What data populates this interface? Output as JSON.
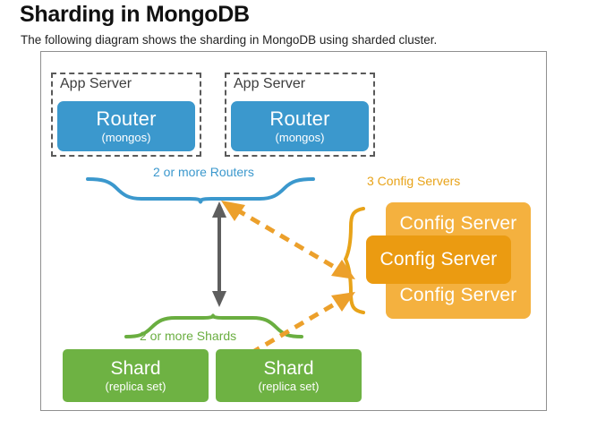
{
  "page": {
    "title": "Sharding in MongoDB",
    "subtitle": "The following diagram shows the sharding in MongoDB using sharded cluster."
  },
  "colors": {
    "router_blue": "#3b98cd",
    "shard_green": "#6eb243",
    "config_orange_back": "#f4b13f",
    "config_orange_front": "#eb9b11",
    "arrow_gray": "#5e5e5e",
    "frame_border": "#8f8f8f",
    "app_server_dash": "#5a5a5a"
  },
  "diagram": {
    "app_servers": [
      {
        "label": "App Server",
        "router": {
          "title": "Router",
          "subtitle": "(mongos)"
        }
      },
      {
        "label": "App Server",
        "router": {
          "title": "Router",
          "subtitle": "(mongos)"
        }
      }
    ],
    "routers_brace_caption": "2 or more Routers",
    "shards_brace_caption": "2 or more Shards",
    "config_caption": "3 Config Servers",
    "config_servers": [
      {
        "label": "Config Server"
      },
      {
        "label": "Config Server"
      },
      {
        "label": "Config Server"
      }
    ],
    "shards": [
      {
        "title": "Shard",
        "subtitle": "(replica set)"
      },
      {
        "title": "Shard",
        "subtitle": "(replica set)"
      }
    ],
    "connectors": {
      "vertical_arrow": "router-shard-bidirectional-arrow",
      "router_config_arrow": "router-config-bidirectional-arrow",
      "shard_config_arrow": "shard-config-bidirectional-arrow"
    }
  }
}
